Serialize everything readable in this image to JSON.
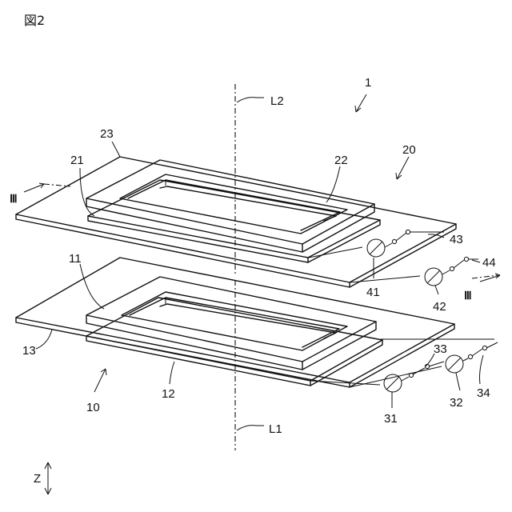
{
  "figure": {
    "title": "図2"
  },
  "labels": {
    "n1": "1",
    "n10": "10",
    "n11": "11",
    "n12": "12",
    "n13": "13",
    "n20": "20",
    "n21": "21",
    "n22": "22",
    "n23": "23",
    "n31": "31",
    "n32": "32",
    "n33": "33",
    "n34": "34",
    "n41": "41",
    "n42": "42",
    "n43": "43",
    "n44": "44",
    "L1": "L1",
    "L2": "L2",
    "III": "Ⅲ",
    "Z": "Z"
  }
}
